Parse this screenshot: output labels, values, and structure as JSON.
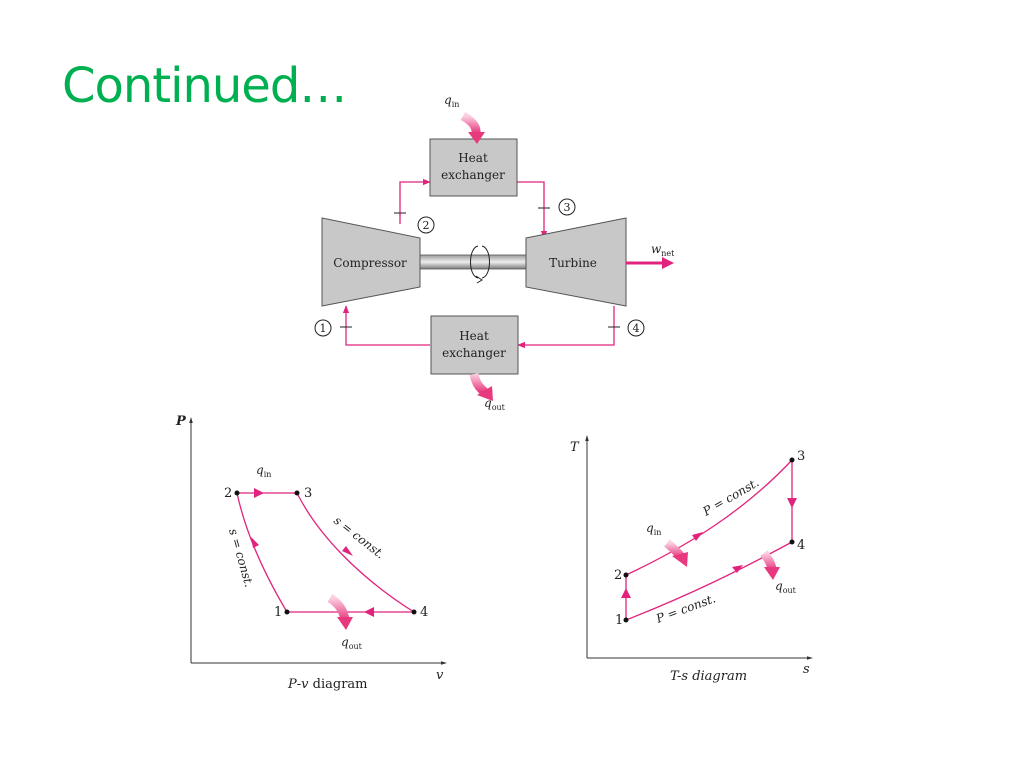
{
  "slide": {
    "title": "Continued…"
  },
  "schematic": {
    "q_in": "q",
    "q_in_sub": "in",
    "q_out": "q",
    "q_out_sub": "out",
    "w_net": "w",
    "w_net_sub": "net",
    "heat_exchanger_top_line1": "Heat",
    "heat_exchanger_top_line2": "exchanger",
    "heat_exchanger_bottom_line1": "Heat",
    "heat_exchanger_bottom_line2": "exchanger",
    "compressor": "Compressor",
    "turbine": "Turbine",
    "states": [
      "1",
      "2",
      "3",
      "4"
    ]
  },
  "pv_diagram": {
    "y_axis": "P",
    "x_axis": "v",
    "caption_var1": "P",
    "caption_var2": "v",
    "caption_rest": " diagram",
    "q_in": "q",
    "q_in_sub": "in",
    "q_out": "q",
    "q_out_sub": "out",
    "label_s_const_left": "s = const.",
    "label_s_const_right": "s = const.",
    "points": [
      "1",
      "2",
      "3",
      "4"
    ]
  },
  "ts_diagram": {
    "y_axis": "T",
    "x_axis": "s",
    "caption": "T-s diagram",
    "q_in": "q",
    "q_in_sub": "in",
    "q_out": "q",
    "q_out_sub": "out",
    "label_p_const_upper": "P = const.",
    "label_p_const_lower": "P = const.",
    "points": [
      "1",
      "2",
      "3",
      "4"
    ]
  },
  "colors": {
    "title": "#00b050",
    "flow": "#e2237d",
    "heat_arrow": "#f07aa8",
    "device_fill": "#c8c8c8",
    "device_stroke": "#555555"
  }
}
